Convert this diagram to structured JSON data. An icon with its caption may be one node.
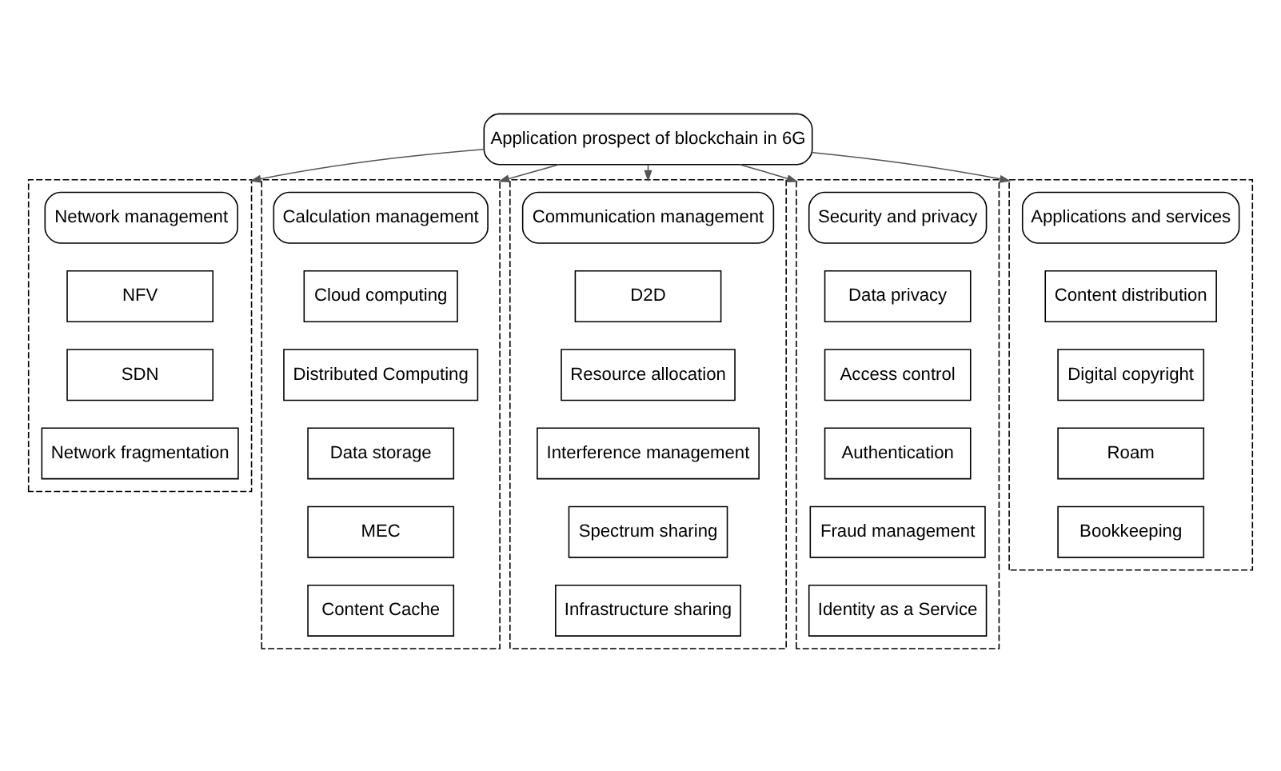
{
  "diagram": {
    "nodes": [
      {
        "text": [
          "Application prospect of blockchain in 6G"
        ]
      },
      {
        "text": [],
        "shape": "box"
      },
      {
        "text": [
          "Network management"
        ],
        "in": 1
      },
      {
        "text": [
          "NFV"
        ],
        "in": 1
      },
      {
        "text": [
          "SDN"
        ],
        "in": 1
      },
      {
        "text": [
          "Network fragmentation"
        ],
        "in": 1
      },
      {
        "text": [],
        "shape": "box"
      },
      {
        "text": [
          "Calculation management"
        ],
        "in": 6
      },
      {
        "text": [
          "Cloud computing"
        ],
        "in": 6
      },
      {
        "text": [
          "Distributed Computing"
        ],
        "in": 6
      },
      {
        "text": [
          "Data storage"
        ],
        "in": 6
      },
      {
        "text": [
          "MEC"
        ],
        "in": 6
      },
      {
        "text": [
          "Content Cache"
        ],
        "in": 6
      },
      {
        "text": [],
        "shape": "box"
      },
      {
        "text": [
          "Communication management"
        ],
        "in": 13
      },
      {
        "text": [
          "D2D"
        ],
        "in": 13
      },
      {
        "text": [
          "Resource allocation"
        ],
        "in": 13
      },
      {
        "text": [
          "Interference management"
        ],
        "in": 13
      },
      {
        "text": [
          "Spectrum sharing"
        ],
        "in": 13
      },
      {
        "text": [
          "Infrastructure sharing"
        ],
        "in": 13
      },
      {
        "text": [],
        "shape": "box"
      },
      {
        "text": [
          "Security and privacy"
        ],
        "in": 20
      },
      {
        "text": [
          "Data privacy"
        ],
        "in": 20
      },
      {
        "text": [
          "Access control"
        ],
        "in": 20
      },
      {
        "text": [
          "Authentication"
        ],
        "in": 20
      },
      {
        "text": [
          "Fraud management"
        ],
        "in": 20
      },
      {
        "text": [
          "Identity as a Service"
        ],
        "in": 20
      },
      {
        "text": [],
        "shape": "box"
      },
      {
        "text": [
          "Applications and services"
        ],
        "in": 27
      },
      {
        "text": [
          "Content distribution"
        ],
        "in": 27
      },
      {
        "text": [
          "Digital copyright"
        ],
        "in": 27
      },
      {
        "text": [
          "Roam"
        ],
        "in": 27
      },
      {
        "text": [
          "Bookkeeping"
        ],
        "in": 27
      }
    ],
    "edges": [
      {
        "from": 0,
        "to": 1,
        "arrow": "to"
      },
      {
        "from": 0,
        "to": 6,
        "arrow": "to"
      },
      {
        "from": 0,
        "to": 13,
        "arrow": "to"
      },
      {
        "from": 0,
        "to": 20,
        "arrow": "to"
      },
      {
        "from": 0,
        "to": 27,
        "arrow": "to"
      }
    ]
  }
}
